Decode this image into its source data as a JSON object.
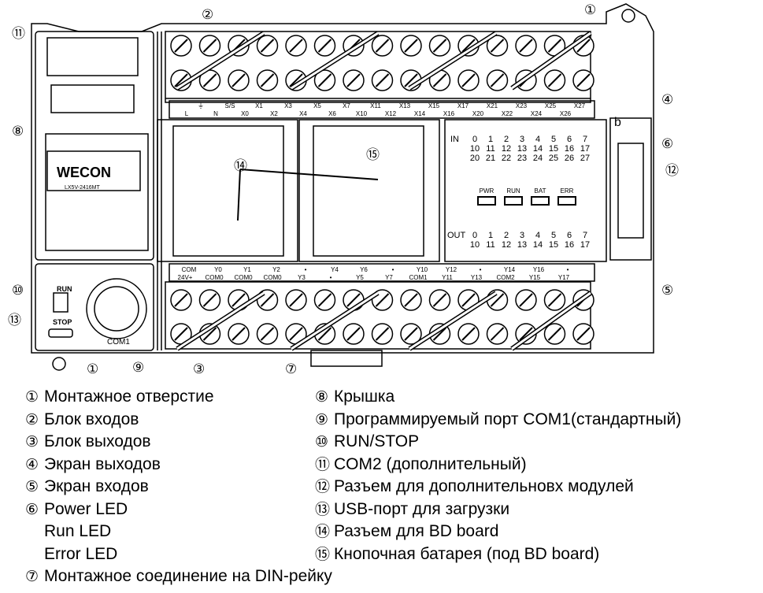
{
  "diagram": {
    "callouts": [
      "①",
      "②",
      "④",
      "⑥",
      "⑫",
      "⑧",
      "⑪",
      "⑩",
      "⑬",
      "⑨",
      "③",
      "⑦",
      "⑤",
      "⑭",
      "⑮",
      "①"
    ],
    "logo": "WECON",
    "model": "LX5V-2416MT",
    "top_row1": [
      "⏚",
      "S/S",
      "X1",
      "X3",
      "X5",
      "X7",
      "X11",
      "X13",
      "X15",
      "X17",
      "X21",
      "X23",
      "X25",
      "X27"
    ],
    "top_row2": [
      "L",
      "N",
      "X0",
      "X2",
      "X4",
      "X6",
      "X10",
      "X12",
      "X14",
      "X16",
      "X20",
      "X22",
      "X24",
      "X26"
    ],
    "bot_row1": [
      "COM",
      "Y0",
      "Y1",
      "Y2",
      "•",
      "Y4",
      "Y6",
      "•",
      "Y10",
      "Y12",
      "•",
      "Y14",
      "Y16",
      "•"
    ],
    "bot_row2": [
      "24V+",
      "COM0",
      "COM0",
      "COM0",
      "Y3",
      "•",
      "Y5",
      "Y7",
      "COM1",
      "Y11",
      "Y13",
      "COM2",
      "Y15",
      "Y17"
    ],
    "in_label": "IN",
    "in_rows": [
      [
        "0",
        "1",
        "2",
        "3",
        "4",
        "5",
        "6",
        "7"
      ],
      [
        "10",
        "11",
        "12",
        "13",
        "14",
        "15",
        "16",
        "17"
      ],
      [
        "20",
        "21",
        "22",
        "23",
        "24",
        "25",
        "26",
        "27"
      ]
    ],
    "out_label": "OUT",
    "out_rows": [
      [
        "0",
        "1",
        "2",
        "3",
        "4",
        "5",
        "6",
        "7"
      ],
      [
        "10",
        "11",
        "12",
        "13",
        "14",
        "15",
        "16",
        "17"
      ]
    ],
    "leds": [
      "PWR",
      "RUN",
      "BAT",
      "ERR"
    ],
    "run_label": "RUN",
    "stop_label": "STOP",
    "com1_label": "COM1",
    "b_label": "b"
  },
  "legend": {
    "left": [
      {
        "num": "①",
        "text": "Монтажное отверстие"
      },
      {
        "num": "②",
        "text": "Блок входов"
      },
      {
        "num": "③",
        "text": "Блок выходов"
      },
      {
        "num": "④",
        "text": "Экран выходов"
      },
      {
        "num": "⑤",
        "text": "Экран входов"
      },
      {
        "num": "⑥",
        "text": "Power LED"
      },
      {
        "num": "",
        "text": "Run LED"
      },
      {
        "num": "",
        "text": "Error LED"
      },
      {
        "num": "⑦",
        "text": "Монтажное соединение на DIN-рейку"
      }
    ],
    "right": [
      {
        "num": "⑧",
        "text": "Крышка"
      },
      {
        "num": "⑨",
        "text": "Программируемый порт COM1(стандартный)"
      },
      {
        "num": "⑩",
        "text": "RUN/STOP"
      },
      {
        "num": "⑪",
        "text": "COM2 (дополнительный)"
      },
      {
        "num": "⑫",
        "text": "Разъем для дополнительновх модулей"
      },
      {
        "num": "⑬",
        "text": "USB-порт для загрузки"
      },
      {
        "num": "⑭",
        "text": "Разъем для BD board"
      },
      {
        "num": "⑮",
        "text": "Кнопочная батарея (под BD board)"
      }
    ]
  }
}
